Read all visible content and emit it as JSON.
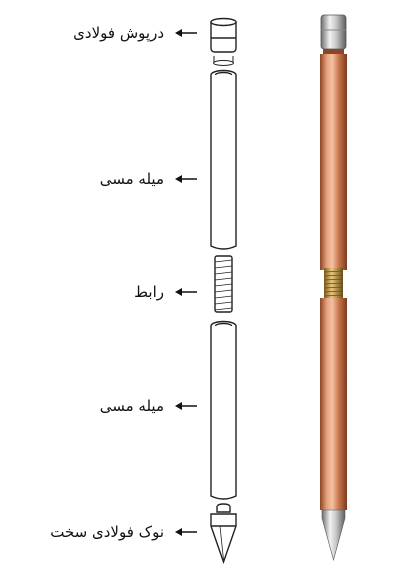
{
  "labels": {
    "cap": "درپوش فولادی",
    "rod_top": "میله مسی",
    "coupler": "رابط",
    "rod_bottom": "میله مسی",
    "tip": "نوک فولادی سخت"
  },
  "colors": {
    "line": "#222222",
    "copper_light": "#f0b08a",
    "copper_mid": "#c8754a",
    "copper_dark": "#8a4526",
    "brass": "#c9a24a",
    "steel_light": "#e8e8e8",
    "steel_dark": "#7a7a7a"
  }
}
